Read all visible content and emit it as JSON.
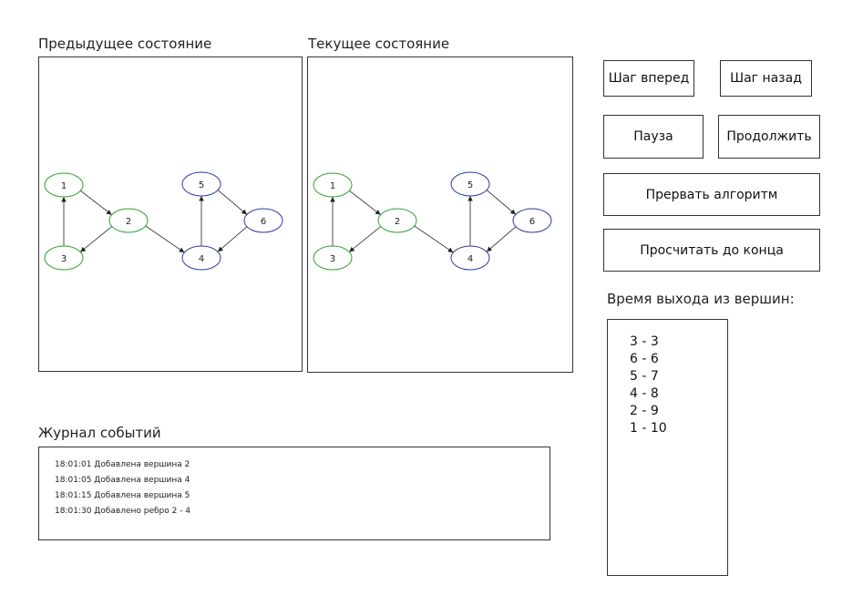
{
  "panels": {
    "previous_title": "Предыдущее состояние",
    "current_title": "Текущее состояние"
  },
  "controls": {
    "step_forward": "Шаг вперед",
    "step_back": "Шаг назад",
    "pause": "Пауза",
    "resume": "Продолжить",
    "abort": "Прервать алгоритм",
    "compute_all": "Просчитать до конца"
  },
  "exit_times": {
    "title": "Время выхода из вершин:",
    "entries": [
      "3 - 3",
      "6 - 6",
      "5 - 7",
      "4 - 8",
      "2 - 9",
      "1 - 10"
    ]
  },
  "log": {
    "title": "Журнал событий",
    "entries": [
      "18:01:01 Добавлена вершина 2",
      "18:01:05 Добавлена вершина 4",
      "18:01:15 Добавлена вершина 5",
      "18:01:30 Добавлено ребро 2 - 4"
    ]
  },
  "graph": {
    "colors": {
      "visited": "#2ea02e",
      "pending": "#2a3aa0",
      "edge": "#222222"
    },
    "nodes": [
      {
        "id": "1",
        "state": "visited"
      },
      {
        "id": "2",
        "state": "visited"
      },
      {
        "id": "3",
        "state": "visited"
      },
      {
        "id": "4",
        "state": "pending"
      },
      {
        "id": "5",
        "state": "pending"
      },
      {
        "id": "6",
        "state": "pending"
      }
    ],
    "edges": [
      [
        "1",
        "2"
      ],
      [
        "2",
        "3"
      ],
      [
        "3",
        "1"
      ],
      [
        "2",
        "4"
      ],
      [
        "4",
        "5"
      ],
      [
        "5",
        "6"
      ],
      [
        "6",
        "4"
      ]
    ]
  }
}
